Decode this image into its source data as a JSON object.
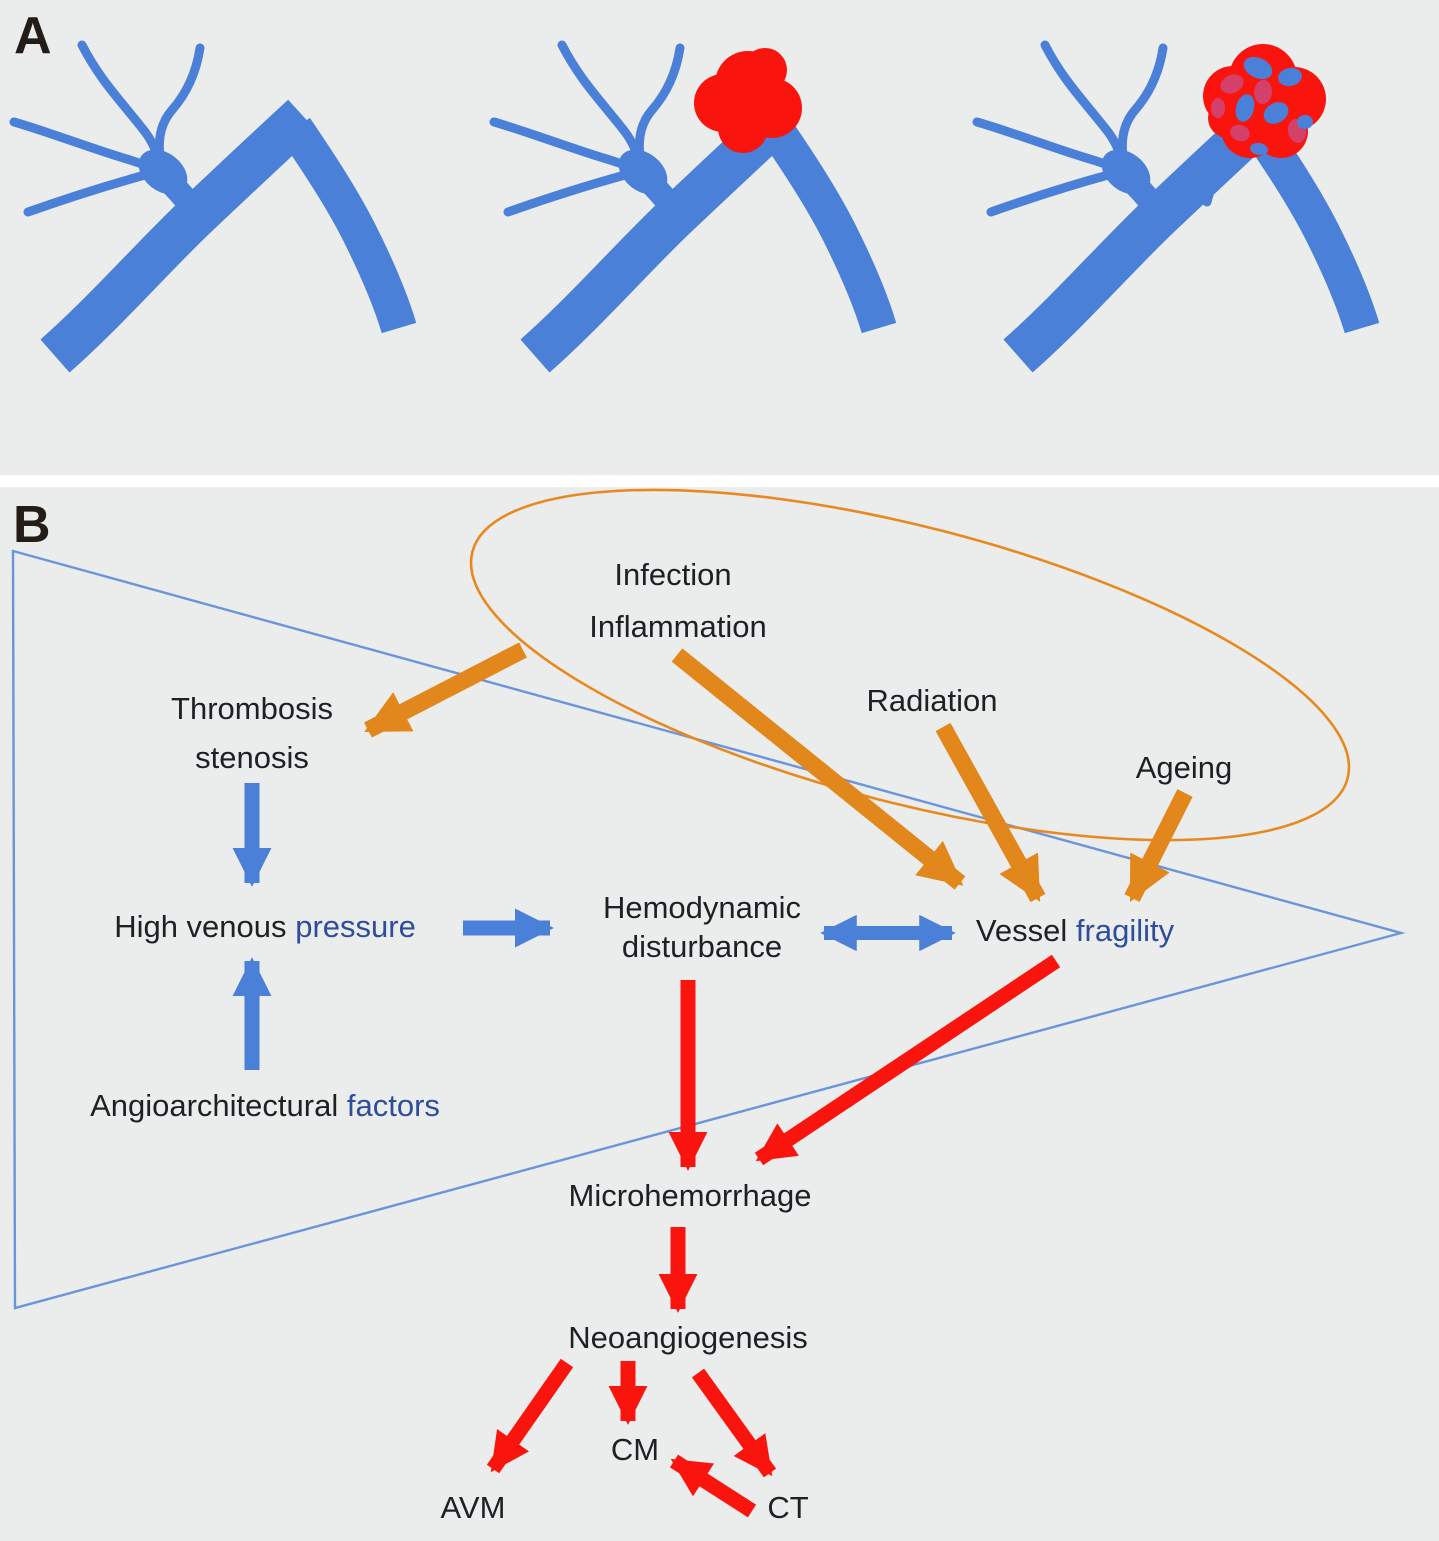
{
  "colors": {
    "bg": "#ebecec",
    "gap": "#ffffff",
    "blue": "#4a80d8",
    "orange": "#e2871c",
    "red": "#f9150d",
    "crimson": "#d4406a",
    "ellipse_stroke": "#e8891f",
    "triangle_stroke": "#6a95dc",
    "text": "#1d2126",
    "accent_text": "#2e4d9b",
    "ink": "#241c17"
  },
  "panel_a": {
    "letter": "A",
    "drawings": [
      {
        "name": "normal-draining-veins"
      },
      {
        "name": "veins-with-early-red-lesion"
      },
      {
        "name": "veins-with-cavernous-malformation"
      }
    ]
  },
  "panel_b": {
    "letter": "B",
    "labels": {
      "infection": "Infection",
      "inflammation": "Inflammation",
      "radiation": "Radiation",
      "ageing": "Ageing",
      "thrombosis1": "Thrombosis",
      "thrombosis2": "stenosis",
      "hvp_main": "High venous",
      "hvp_accent": "pressure",
      "hemo1": "Hemodynamic",
      "hemo2": "disturbance",
      "vessel_main": "Vessel",
      "vessel_accent": "fragility",
      "angio_main": "Angioarchitectural",
      "angio_accent": "factors",
      "micro": "Microhemorrhage",
      "neo": "Neoangiogenesis",
      "avm": "AVM",
      "cm": "CM",
      "ct": "CT"
    },
    "edges": [
      {
        "from": "Infection / Inflammation",
        "to": "Thrombosis stenosis",
        "color": "orange"
      },
      {
        "from": "Infection / Inflammation",
        "to": "Vessel fragility",
        "color": "orange"
      },
      {
        "from": "Radiation",
        "to": "Vessel fragility",
        "color": "orange"
      },
      {
        "from": "Ageing",
        "to": "Vessel fragility",
        "color": "orange"
      },
      {
        "from": "Thrombosis stenosis",
        "to": "High venous pressure",
        "color": "blue"
      },
      {
        "from": "Angioarchitectural factors",
        "to": "High venous pressure",
        "color": "blue"
      },
      {
        "from": "High venous pressure",
        "to": "Hemodynamic disturbance",
        "color": "blue"
      },
      {
        "from": "Hemodynamic disturbance",
        "to": "Vessel fragility",
        "color": "blue",
        "bidirectional": true
      },
      {
        "from": "Hemodynamic disturbance",
        "to": "Microhemorrhage",
        "color": "red"
      },
      {
        "from": "Vessel fragility",
        "to": "Microhemorrhage",
        "color": "red"
      },
      {
        "from": "Microhemorrhage",
        "to": "Neoangiogenesis",
        "color": "red"
      },
      {
        "from": "Neoangiogenesis",
        "to": "AVM",
        "color": "red"
      },
      {
        "from": "Neoangiogenesis",
        "to": "CM",
        "color": "red"
      },
      {
        "from": "Neoangiogenesis",
        "to": "CT",
        "color": "red"
      },
      {
        "from": "CT",
        "to": "CM",
        "color": "red"
      }
    ],
    "ellipse_encloses": [
      "Infection",
      "Inflammation",
      "Radiation",
      "Ageing"
    ]
  }
}
